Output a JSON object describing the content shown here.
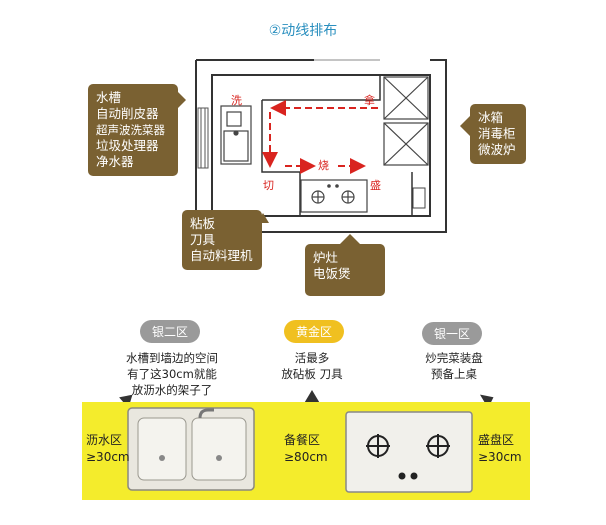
{
  "title": "②动线排布",
  "callouts": {
    "sink_area": [
      "水槽",
      "自动削皮器",
      "超声波洗菜器",
      "垃圾处理器",
      "净水器"
    ],
    "fridge_area": [
      "冰箱",
      "消毒柜",
      "微波炉"
    ],
    "prep_area": [
      "粘板",
      "刀具",
      "自动料理机"
    ],
    "stove_area": [
      "炉灶",
      "电饭煲"
    ]
  },
  "plan_labels": {
    "wash": "洗",
    "take": "拿",
    "cut": "切",
    "cook": "烧",
    "serve": "盛"
  },
  "zones": [
    {
      "badge": "银二区",
      "badge_style": "silver",
      "note": [
        "水槽到墙边的空间",
        "有了这30cm就能",
        "放沥水的架子了"
      ],
      "label": [
        "沥水区",
        "≥30cm"
      ]
    },
    {
      "badge": "黄金区",
      "badge_style": "gold",
      "note": [
        "活最多",
        "放砧板 刀具"
      ],
      "label": [
        "备餐区",
        "≥80cm"
      ]
    },
    {
      "badge": "银一区",
      "badge_style": "silver",
      "note": [
        "炒完菜装盘",
        "预备上桌"
      ],
      "label": [
        "盛盘区",
        "≥30cm"
      ]
    }
  ],
  "colors": {
    "title": "#2a8fbf",
    "callout_bg": "#7a6132",
    "flow_red": "#d9241f",
    "strip_yellow": "#f4ec2c",
    "gold_badge": "#f0c020",
    "silver_badge": "#9a9a9a"
  }
}
